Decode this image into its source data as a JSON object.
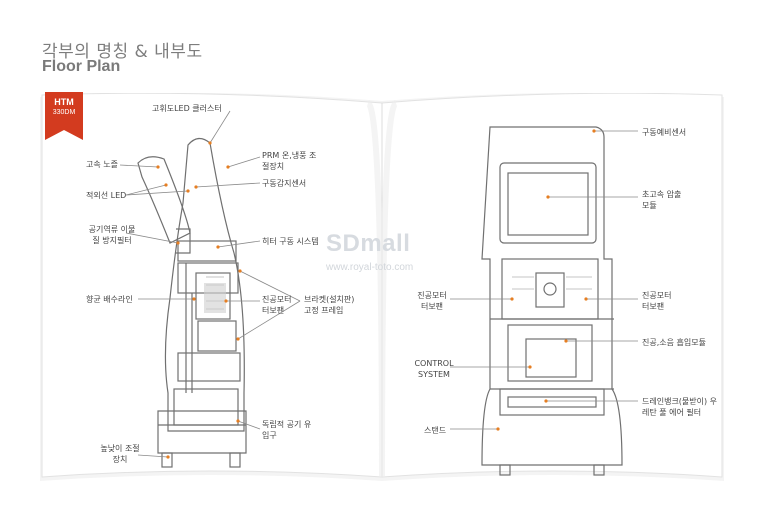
{
  "header": {
    "title_ko": "각부의 명칭 & 내부도",
    "title_en": "Floor Plan"
  },
  "badge": {
    "model": "HTM",
    "code": "330DM",
    "color": "#d33b1f"
  },
  "watermark": {
    "brand": "SDmall",
    "url": "www.royal-toto.com"
  },
  "left_labels": [
    "고휘도LED 클러스터",
    "PRM 온,냉풍 조절장치",
    "고속 노즐",
    "구동감지센서",
    "적외선 LED",
    "공기역류 이물질 방지필터",
    "히터 구동 시스템",
    "향균 배수라인",
    "진공모터 터보팬",
    "브라켓(설치판) 고정 프레임",
    "독립적 공기 유입구",
    "높낮이 조절장치"
  ],
  "right_labels": [
    "구동예비센서",
    "초고속 압출모듈",
    "진공모터 터보팬",
    "진공모터 터보팬",
    "진공,소음 흡입모듈",
    "CONTROL SYSTEM",
    "드레인뱅크(물받이) 우레탄 풀 에어 필터",
    "스탠드"
  ],
  "colors": {
    "line": "#6d6d6d",
    "callout": "#8a8a8a",
    "dot": "#e67e22",
    "text": "#444444"
  }
}
